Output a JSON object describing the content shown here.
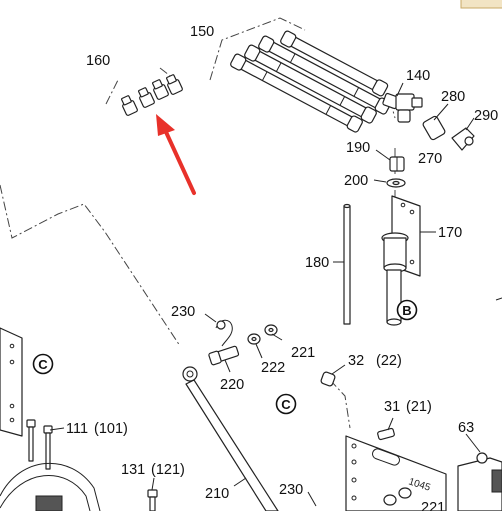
{
  "labels": {
    "p150": "150",
    "p160": "160",
    "p140": "140",
    "p280": "280",
    "p290": "290",
    "p190": "190",
    "p270": "270",
    "p200": "200",
    "p170": "170",
    "p180": "180",
    "p230a": "230",
    "p221": "221",
    "p222": "222",
    "p220": "220",
    "p32": "32",
    "p32alt": "(22)",
    "p31": "31",
    "p31alt": "(21)",
    "p63": "63",
    "p111": "111",
    "p111alt": "(101)",
    "p131": "131",
    "p131alt": "(121)",
    "p210": "210",
    "p230b": "230",
    "p221b": "221",
    "plate_number": "1045"
  },
  "markers": {
    "b": "B",
    "c_left": "C",
    "c_mid": "C"
  },
  "colors": {
    "arrow": "#e8312a",
    "line": "#222222",
    "corner_tab": "#f2e4c4"
  }
}
